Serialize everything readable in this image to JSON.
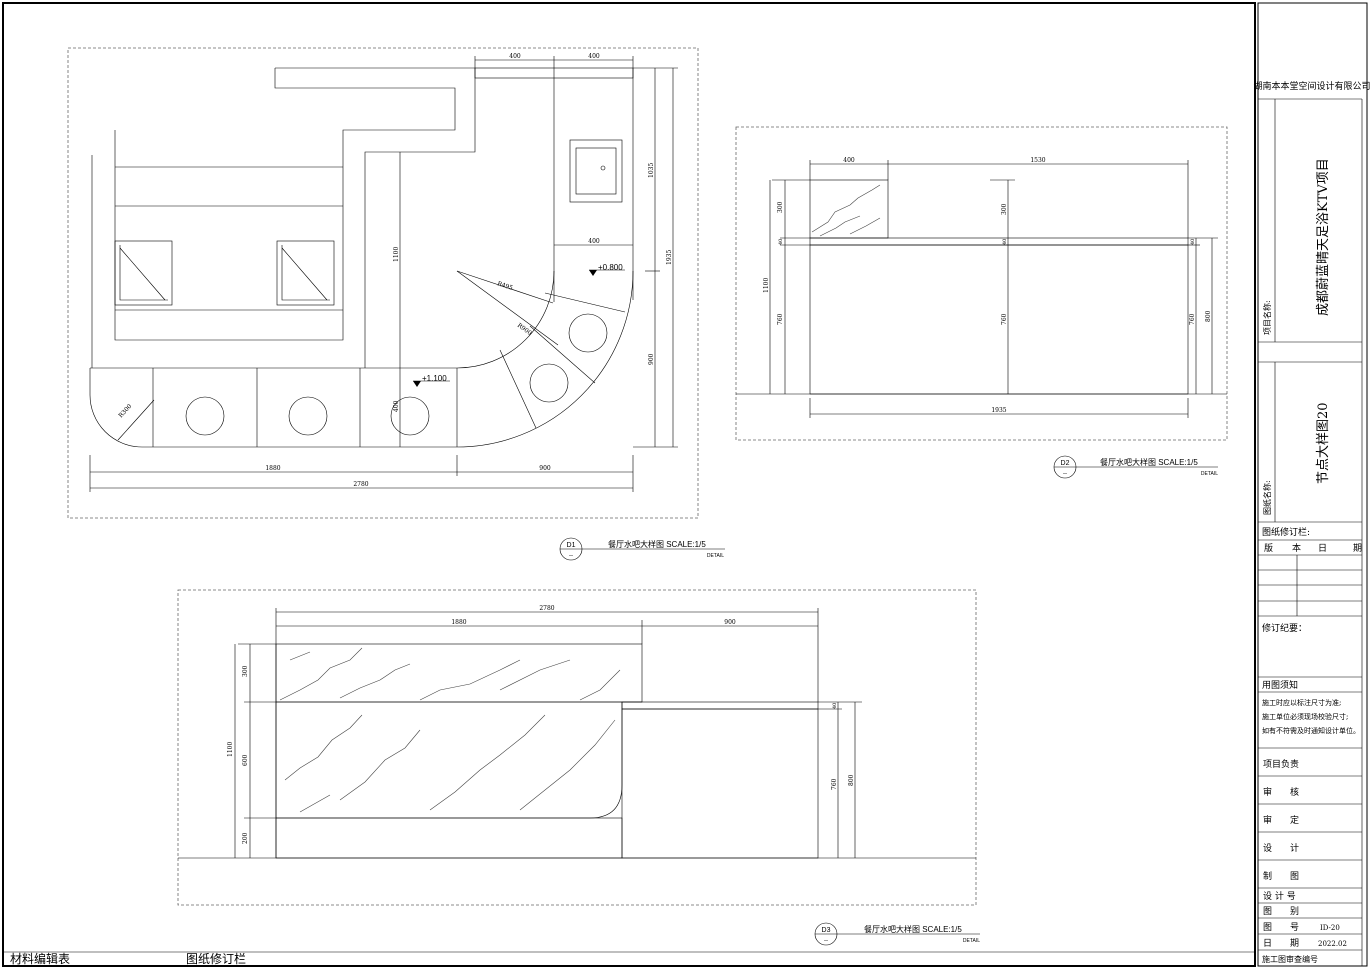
{
  "title_block": {
    "company": "湖南本本堂空间设计有限公司",
    "project_name_label": "项目名称:",
    "project_name": "成都蔚蓝晴天足浴KTV项目",
    "drawing_name_label": "图纸名称:",
    "drawing_name": "节点大样图20",
    "revision_label": "图纸修订栏:",
    "revision_columns": [
      "版",
      "本",
      "日",
      "期"
    ],
    "revision_note_label": "修订纪要：",
    "notice_title": "用图须知",
    "notice_lines": [
      "施工时应以标注尺寸为准;",
      "施工单位必须现场校验尺寸;",
      "如有不符需及时通知设计单位。"
    ],
    "roles": [
      "项目负责",
      "审　　核",
      "审　　定",
      "设　　计",
      "制　　图"
    ],
    "design_no_label": "设 计 号",
    "sheet_label": "图　　别",
    "sheet_no_label": "图　　号",
    "sheet_no": "ID-20",
    "date_label": "日　　期",
    "date": "2022.02",
    "review_label": "施工图审查编号"
  },
  "bottom_bar": {
    "left": "材料编辑表",
    "mid": "图纸修订栏"
  },
  "details": {
    "d1": {
      "tag": "D1",
      "sub": "--",
      "title": "餐厅水吧大样图  SCALE:1/5",
      "detail": "DETAIL"
    },
    "d2": {
      "tag": "D2",
      "sub": "--",
      "title": "餐厅水吧大样图  SCALE:1/5",
      "detail": "DETAIL"
    },
    "d3": {
      "tag": "D3",
      "sub": "--",
      "title": "餐厅水吧大样图  SCALE:1/5",
      "detail": "DETAIL"
    }
  },
  "plan": {
    "dims": {
      "top_a": "400",
      "top_b": "400",
      "mid_400": "400",
      "d1100": "1100",
      "r495": "R495",
      "r900": "R900",
      "r300": "R300",
      "d400": "400",
      "d1035": "1035",
      "d1935": "1935",
      "d900v": "900",
      "b1880": "1880",
      "b900": "900",
      "b2780": "2780"
    },
    "levels": {
      "l1": "+0.800",
      "l2": "+1.100"
    }
  },
  "elev2": {
    "dims": {
      "w400": "400",
      "w1530": "1530",
      "h300a": "300",
      "h300b": "300",
      "h40a": "40",
      "h40b": "40",
      "h40c": "40",
      "h1100": "1100",
      "h760a": "760",
      "h760b": "760",
      "h760c": "760",
      "h800": "800",
      "w1935": "1935"
    }
  },
  "elev3": {
    "dims": {
      "w2780": "2780",
      "w1880": "1880",
      "w900": "900",
      "h300": "300",
      "h600": "600",
      "h1100": "1100",
      "h200": "200",
      "h40": "40",
      "h760": "760",
      "h800": "800"
    }
  }
}
